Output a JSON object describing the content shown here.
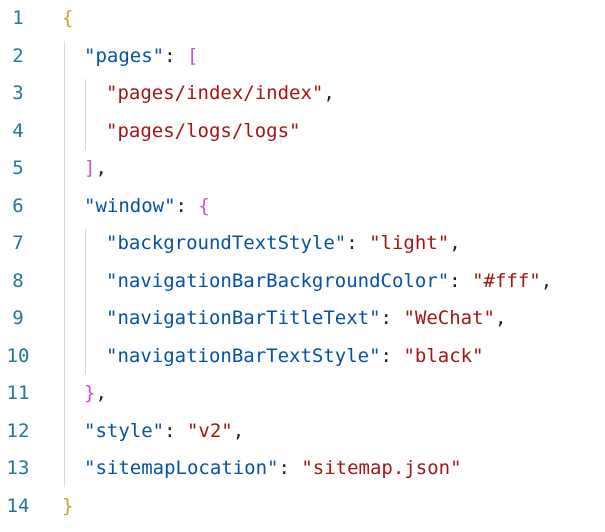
{
  "editor": {
    "colors": {
      "background": "#ffffff",
      "line_number": "#237893",
      "key": "#0451a5",
      "string": "#a31515",
      "bracket_level1": "#c9a227",
      "bracket_level2": "#c94fd6",
      "indent_guide": "#d8d8d8"
    },
    "lines": [
      {
        "number": "1",
        "indent": 0,
        "tokens": [
          {
            "text": "{",
            "type": "b1"
          }
        ]
      },
      {
        "number": "2",
        "indent": 1,
        "tokens": [
          {
            "text": "\"pages\"",
            "type": "key"
          },
          {
            "text": ": ",
            "type": "punc"
          },
          {
            "text": "[",
            "type": "b2"
          }
        ]
      },
      {
        "number": "3",
        "indent": 2,
        "tokens": [
          {
            "text": "\"pages/index/index\"",
            "type": "str"
          },
          {
            "text": ",",
            "type": "punc"
          }
        ]
      },
      {
        "number": "4",
        "indent": 2,
        "tokens": [
          {
            "text": "\"pages/logs/logs\"",
            "type": "str"
          }
        ]
      },
      {
        "number": "5",
        "indent": 1,
        "tokens": [
          {
            "text": "]",
            "type": "b2"
          },
          {
            "text": ",",
            "type": "punc"
          }
        ]
      },
      {
        "number": "6",
        "indent": 1,
        "tokens": [
          {
            "text": "\"window\"",
            "type": "key"
          },
          {
            "text": ": ",
            "type": "punc"
          },
          {
            "text": "{",
            "type": "b2"
          }
        ]
      },
      {
        "number": "7",
        "indent": 2,
        "tokens": [
          {
            "text": "\"backgroundTextStyle\"",
            "type": "key"
          },
          {
            "text": ": ",
            "type": "punc"
          },
          {
            "text": "\"light\"",
            "type": "str"
          },
          {
            "text": ",",
            "type": "punc"
          }
        ]
      },
      {
        "number": "8",
        "indent": 2,
        "tokens": [
          {
            "text": "\"navigationBarBackgroundColor\"",
            "type": "key"
          },
          {
            "text": ": ",
            "type": "punc"
          },
          {
            "text": "\"#fff\"",
            "type": "str"
          },
          {
            "text": ",",
            "type": "punc"
          }
        ]
      },
      {
        "number": "9",
        "indent": 2,
        "tokens": [
          {
            "text": "\"navigationBarTitleText\"",
            "type": "key"
          },
          {
            "text": ": ",
            "type": "punc"
          },
          {
            "text": "\"WeChat\"",
            "type": "str"
          },
          {
            "text": ",",
            "type": "punc"
          }
        ]
      },
      {
        "number": "10",
        "indent": 2,
        "tokens": [
          {
            "text": "\"navigationBarTextStyle\"",
            "type": "key"
          },
          {
            "text": ": ",
            "type": "punc"
          },
          {
            "text": "\"black\"",
            "type": "str"
          }
        ]
      },
      {
        "number": "11",
        "indent": 1,
        "tokens": [
          {
            "text": "}",
            "type": "b2"
          },
          {
            "text": ",",
            "type": "punc"
          }
        ]
      },
      {
        "number": "12",
        "indent": 1,
        "tokens": [
          {
            "text": "\"style\"",
            "type": "key"
          },
          {
            "text": ": ",
            "type": "punc"
          },
          {
            "text": "\"v2\"",
            "type": "str"
          },
          {
            "text": ",",
            "type": "punc"
          }
        ]
      },
      {
        "number": "13",
        "indent": 1,
        "tokens": [
          {
            "text": "\"sitemapLocation\"",
            "type": "key"
          },
          {
            "text": ": ",
            "type": "punc"
          },
          {
            "text": "\"sitemap.json\"",
            "type": "str"
          }
        ]
      },
      {
        "number": "14",
        "indent": 0,
        "tokens": [
          {
            "text": "}",
            "type": "b1"
          }
        ]
      }
    ]
  }
}
